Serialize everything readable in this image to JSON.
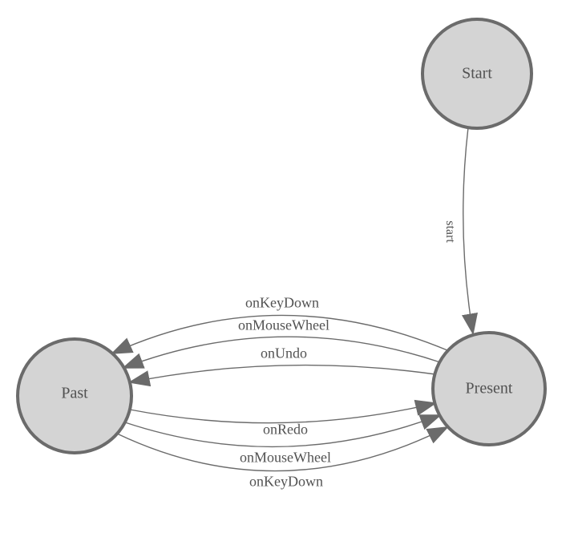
{
  "diagram": {
    "type": "state-machine",
    "background_color": "#ffffff",
    "colors": {
      "node_fill": "#d4d4d4",
      "node_border": "#6b6b6b",
      "edge_line": "#6b6b6b",
      "arrowhead": "#6b6b6b",
      "label_text": "#525252"
    },
    "nodes": [
      {
        "id": "start",
        "label": "Start"
      },
      {
        "id": "present",
        "label": "Present"
      },
      {
        "id": "past",
        "label": "Past"
      }
    ],
    "edges": [
      {
        "from": "start",
        "to": "present",
        "label": "start"
      },
      {
        "from": "present",
        "to": "past",
        "label": "onKeyDown"
      },
      {
        "from": "present",
        "to": "past",
        "label": "onMouseWheel"
      },
      {
        "from": "present",
        "to": "past",
        "label": "onUndo"
      },
      {
        "from": "past",
        "to": "present",
        "label": "onRedo"
      },
      {
        "from": "past",
        "to": "present",
        "label": "onMouseWheel"
      },
      {
        "from": "past",
        "to": "present",
        "label": "onKeyDown"
      }
    ]
  }
}
